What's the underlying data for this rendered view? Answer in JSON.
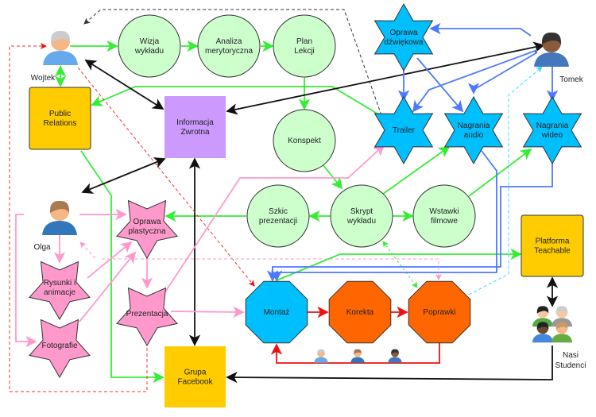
{
  "people": {
    "wojtek": "Wojtek",
    "tomek": "Tomek",
    "olga": "Olga",
    "students": [
      "Nasi",
      "Studenci"
    ]
  },
  "nodes": {
    "wizja": [
      "Wizja",
      "wykładu"
    ],
    "analiza": [
      "Analiza",
      "merytoryczna"
    ],
    "plan": [
      "Plan",
      "Lekcji"
    ],
    "pr": [
      "Public",
      "Relations"
    ],
    "info": [
      "Informacja",
      "Zwrotna"
    ],
    "konspekt": [
      "Konspekt"
    ],
    "oprawa_dz": [
      "Oprawa",
      "dźwiękowa"
    ],
    "trailer": [
      "Trailer"
    ],
    "nagr_audio": [
      "Nagrania",
      "audio"
    ],
    "nagr_wideo": [
      "Nagrania",
      "wideo"
    ],
    "szkic": [
      "Szkic",
      "prezentacji"
    ],
    "skrypt": [
      "Skrypt",
      "wykładu"
    ],
    "wstawki": [
      "Wstawki",
      "filmowe"
    ],
    "oprawa_pl": [
      "Oprawa",
      "plastyczna"
    ],
    "rysunki": [
      "Rysunki i",
      "animacje"
    ],
    "fotografie": [
      "Fotografie"
    ],
    "prezentacja": [
      "Prezentacja"
    ],
    "montaz": [
      "Montaż"
    ],
    "korekta": [
      "Korekta"
    ],
    "poprawki": [
      "Poprawki"
    ],
    "platforma": [
      "Platforma",
      "Teachable"
    ],
    "facebook": [
      "Grupa",
      "Facebook"
    ]
  },
  "colors": {
    "process_green": "#ccffcc",
    "box_yellow": "#ffcc00",
    "feedback_purple": "#cc99ff",
    "star_blue": "#00bfff",
    "star_pink": "#ff99cc",
    "octagon_orange": "#ff6600",
    "arrow_green": "#33ee33",
    "arrow_blue": "#4d79ff",
    "arrow_red": "#ee1111",
    "arrow_pink": "#ff99cc"
  }
}
